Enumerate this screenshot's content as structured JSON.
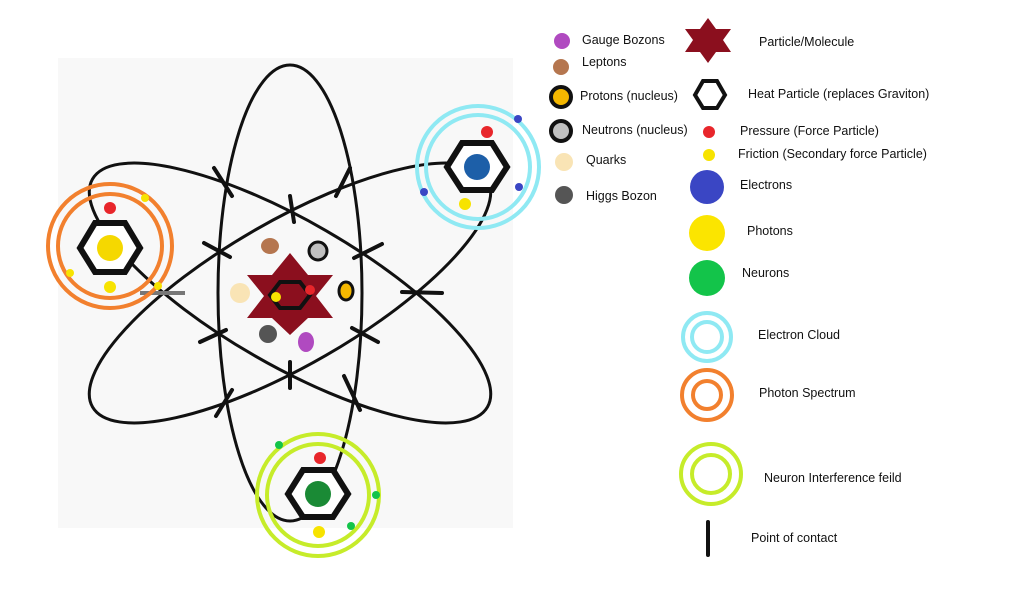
{
  "legend": {
    "gauge_bosons": "Gauge Bozons",
    "leptons": "Leptons",
    "protons": "Protons (nucleus)",
    "neutrons": "Neutrons (nucleus)",
    "quarks": "Quarks",
    "higgs": "Higgs Bozon",
    "particle_molecule": "Particle/Molecule",
    "heat_particle": "Heat Particle (replaces Graviton)",
    "pressure": "Pressure (Force Particle)",
    "friction": "Friction (Secondary force Particle)",
    "electrons": "Electrons",
    "photons": "Photons",
    "neurons": "Neurons",
    "electron_cloud": "Electron Cloud",
    "photon_spectrum": "Photon Spectrum",
    "neuron_field": "Neuron Interference feild",
    "point_of_contact": "Point of contact"
  },
  "colors": {
    "gauge_boson": "#b04ac0",
    "lepton": "#b5764f",
    "proton_fill": "#f5b800",
    "neutron_fill": "#c0c0c0",
    "quark": "#f9e4b5",
    "higgs": "#555555",
    "molecule": "#8b0f1e",
    "pressure": "#e8262b",
    "friction": "#f7e300",
    "electron": "#3a46c4",
    "photon": "#fbe500",
    "neuron": "#13c44a",
    "electron_cloud": "#8fe9f3",
    "photon_spectrum": "#f2802e",
    "neuron_field": "#c6ec2a",
    "orbit": "#111111"
  },
  "icons": {
    "particle_molecule": "six-pointed-star-icon",
    "heat_particle": "hexagon-icon",
    "point_of_contact": "vertical-bar-icon"
  }
}
